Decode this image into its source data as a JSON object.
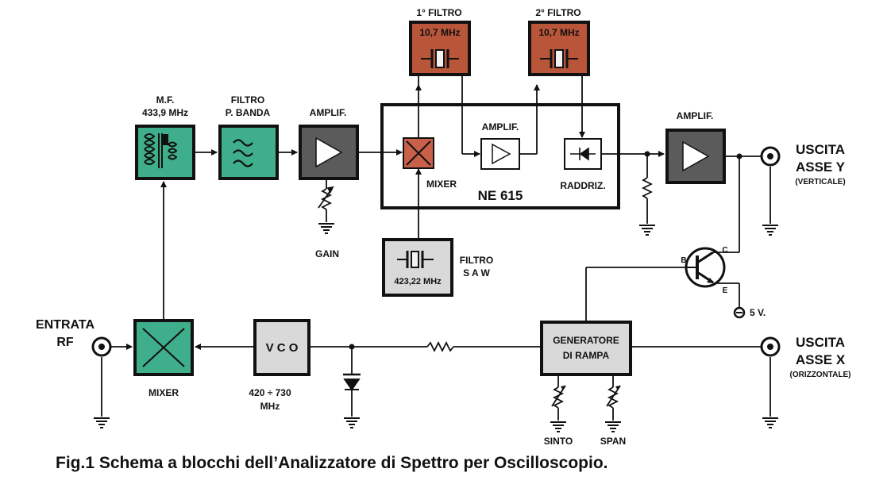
{
  "labels": {
    "filtro1_title": "1° FILTRO",
    "filtro1_freq": "10,7 MHz",
    "filtro2_title": "2° FILTRO",
    "filtro2_freq": "10,7 MHz",
    "mf_line1": "M.F.",
    "mf_line2": "433,9 MHz",
    "fpb_line1": "FILTRO",
    "fpb_line2": "P. BANDA",
    "amp1": "AMPLIF.",
    "amp_inner": "AMPLIF.",
    "amp_out": "AMPLIF.",
    "mixer_inner": "MIXER",
    "ic_name": "NE 615",
    "raddriz": "RADDRIZ.",
    "gain": "GAIN",
    "saw_freq": "423,22 MHz",
    "saw_line1": "FILTRO",
    "saw_line2": "S A W",
    "uscita_y_1": "USCITA",
    "uscita_y_2": "ASSE Y",
    "uscita_y_3": "(VERTICALE)",
    "uscita_x_1": "USCITA",
    "uscita_x_2": "ASSE X",
    "uscita_x_3": "(ORIZZONTALE)",
    "entrata_1": "ENTRATA",
    "entrata_2": "RF",
    "mixer_main": "MIXER",
    "vco": "V C O",
    "vco_range_1": "420 ÷ 730",
    "vco_range_2": "MHz",
    "gen_line1": "GENERATORE",
    "gen_line2": "DI RAMPA",
    "sinto": "SINTO",
    "span": "SPAN",
    "tr_b": "B",
    "tr_c": "C",
    "tr_e": "E",
    "supply": "5 V."
  },
  "caption": "Fig.1 Schema a blocchi dell’Analizzatore di Spettro per Oscilloscopio.",
  "colors": {
    "filter": "#b9563a",
    "green": "#3fae8a",
    "dark": "#5b5b5b",
    "light": "#d9d9d9",
    "mixer_red": "#c8604a"
  }
}
